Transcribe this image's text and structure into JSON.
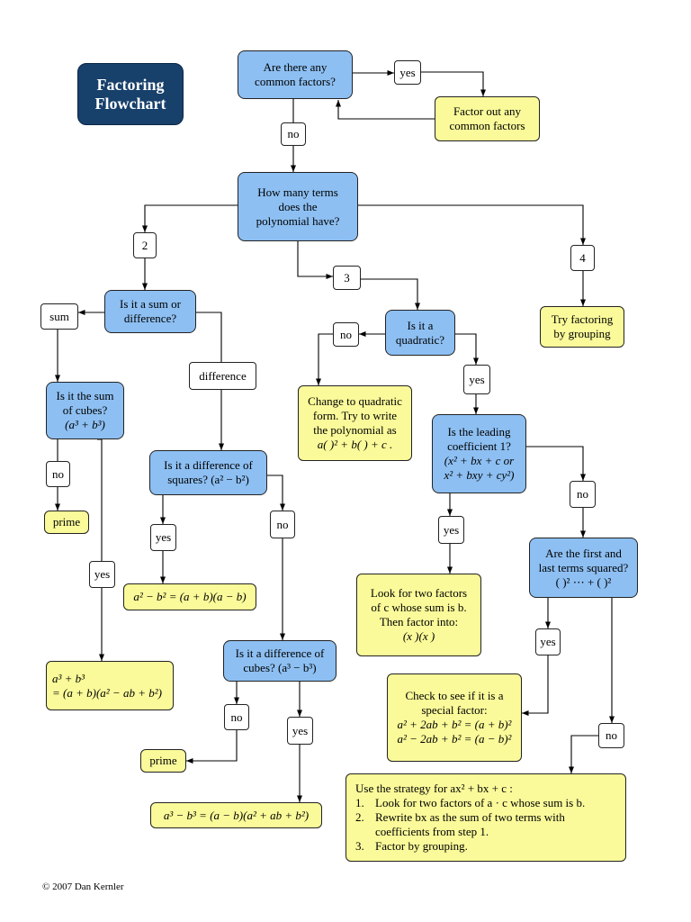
{
  "title": {
    "line1": "Factoring",
    "line2": "Flowchart"
  },
  "common_factors": {
    "question": [
      "Are there any",
      "common factors?"
    ],
    "yes": "yes",
    "action": [
      "Factor out any",
      "common factors"
    ],
    "no": "no"
  },
  "terms": {
    "question": [
      "How many terms",
      "does the",
      "polynomial have?"
    ],
    "two": "2",
    "three": "3",
    "four": "4",
    "grouping": [
      "Try factoring",
      "by grouping"
    ]
  },
  "two_terms": {
    "question": [
      "Is it a sum or",
      "difference?"
    ],
    "sum": "sum",
    "difference": "difference",
    "sum_cubes_q": [
      "Is it the sum",
      "of cubes?",
      "(a³ + b³)"
    ],
    "sum_no": "no",
    "sum_prime": "prime",
    "sum_yes": "yes",
    "sum_cubes_formula": [
      "a³ + b³",
      "= (a + b)(a² − ab + b²)"
    ],
    "diff_squares_q": [
      "Is it a difference of",
      "squares? (a² − b²)"
    ],
    "diff_squares_yes": "yes",
    "diff_squares_formula": "a² − b² = (a + b)(a − b)",
    "diff_squares_no": "no",
    "diff_cubes_q": [
      "Is it a difference of",
      "cubes? (a³ − b³)"
    ],
    "diff_cubes_no": "no",
    "diff_prime": "prime",
    "diff_cubes_yes": "yes",
    "diff_cubes_formula": "a³ − b³ = (a − b)(a² + ab + b²)"
  },
  "three_terms": {
    "quadratic_q": [
      "Is it a",
      "quadratic?"
    ],
    "quad_no": "no",
    "change_form": [
      "Change to quadratic",
      "form. Try to write",
      "the polynomial as",
      "a( )² + b( ) + c ."
    ],
    "quad_yes": "yes",
    "leading_q": [
      "Is the leading",
      "coefficient 1?",
      "(x² + bx + c  or",
      "x² + bxy + cy²)"
    ],
    "lead_yes": "yes",
    "two_factors": [
      "Look for two factors",
      "of c whose sum is b.",
      "Then factor into:",
      "(x      )(x      )"
    ],
    "lead_no": "no",
    "squared_q": [
      "Are the first and",
      "last terms squared?",
      "(  )² ⋯ + (  )²"
    ],
    "sq_yes": "yes",
    "special": [
      "Check to see if it is a",
      "special factor:",
      "a² + 2ab + b² = (a + b)²",
      "a² − 2ab + b² = (a − b)²"
    ],
    "sq_no": "no",
    "strategy": {
      "heading": "Use the strategy for  ax² + bx + c :",
      "step1": [
        "1.",
        "Look for two factors of  a · c  whose sum is b."
      ],
      "step2": [
        "2.",
        "Rewrite bx as the sum of two terms with"
      ],
      "step2b": "coefficients from step 1.",
      "step3": [
        "3.",
        "Factor by grouping."
      ]
    }
  },
  "copyright": "© 2007 Dan Kernler",
  "colors": {
    "question": "#8dbff2",
    "answer": "#fafa9a",
    "title": "#17406b",
    "line": "#000000"
  }
}
